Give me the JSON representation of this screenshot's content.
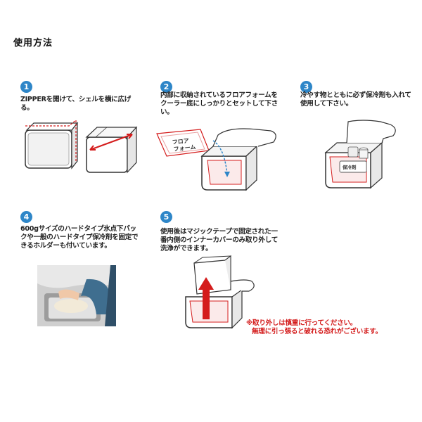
{
  "title": "使用方法",
  "steps": [
    {
      "num": "1",
      "text": "ZIPPERを開けて、シェルを横に広げる。"
    },
    {
      "num": "2",
      "text": "内部に収納されているフロアフォームをクーラー底にしっかりとセットして下さい。"
    },
    {
      "num": "3",
      "text": "冷やす物とともに必ず保冷剤も入れて使用して下さい。"
    },
    {
      "num": "4",
      "text": "600gサイズのハードタイプ氷点下パックや一般のハードタイプ保冷剤を固定できるホルダーも付いています。"
    },
    {
      "num": "5",
      "text": "使用後はマジックテープで固定された一番内側のインナーカバーのみ取り外して洗浄ができます。"
    }
  ],
  "floor_form_label": "フロアフォーム",
  "ice_pack_label": "保冷剤",
  "note_line1": "※取り外しは慎重に行ってください。",
  "note_line2": "無理に引っ張ると破れる恐れがございます。",
  "colors": {
    "accent": "#2e86c8",
    "red": "#d41c1c",
    "pink": "#e8a0a0"
  }
}
